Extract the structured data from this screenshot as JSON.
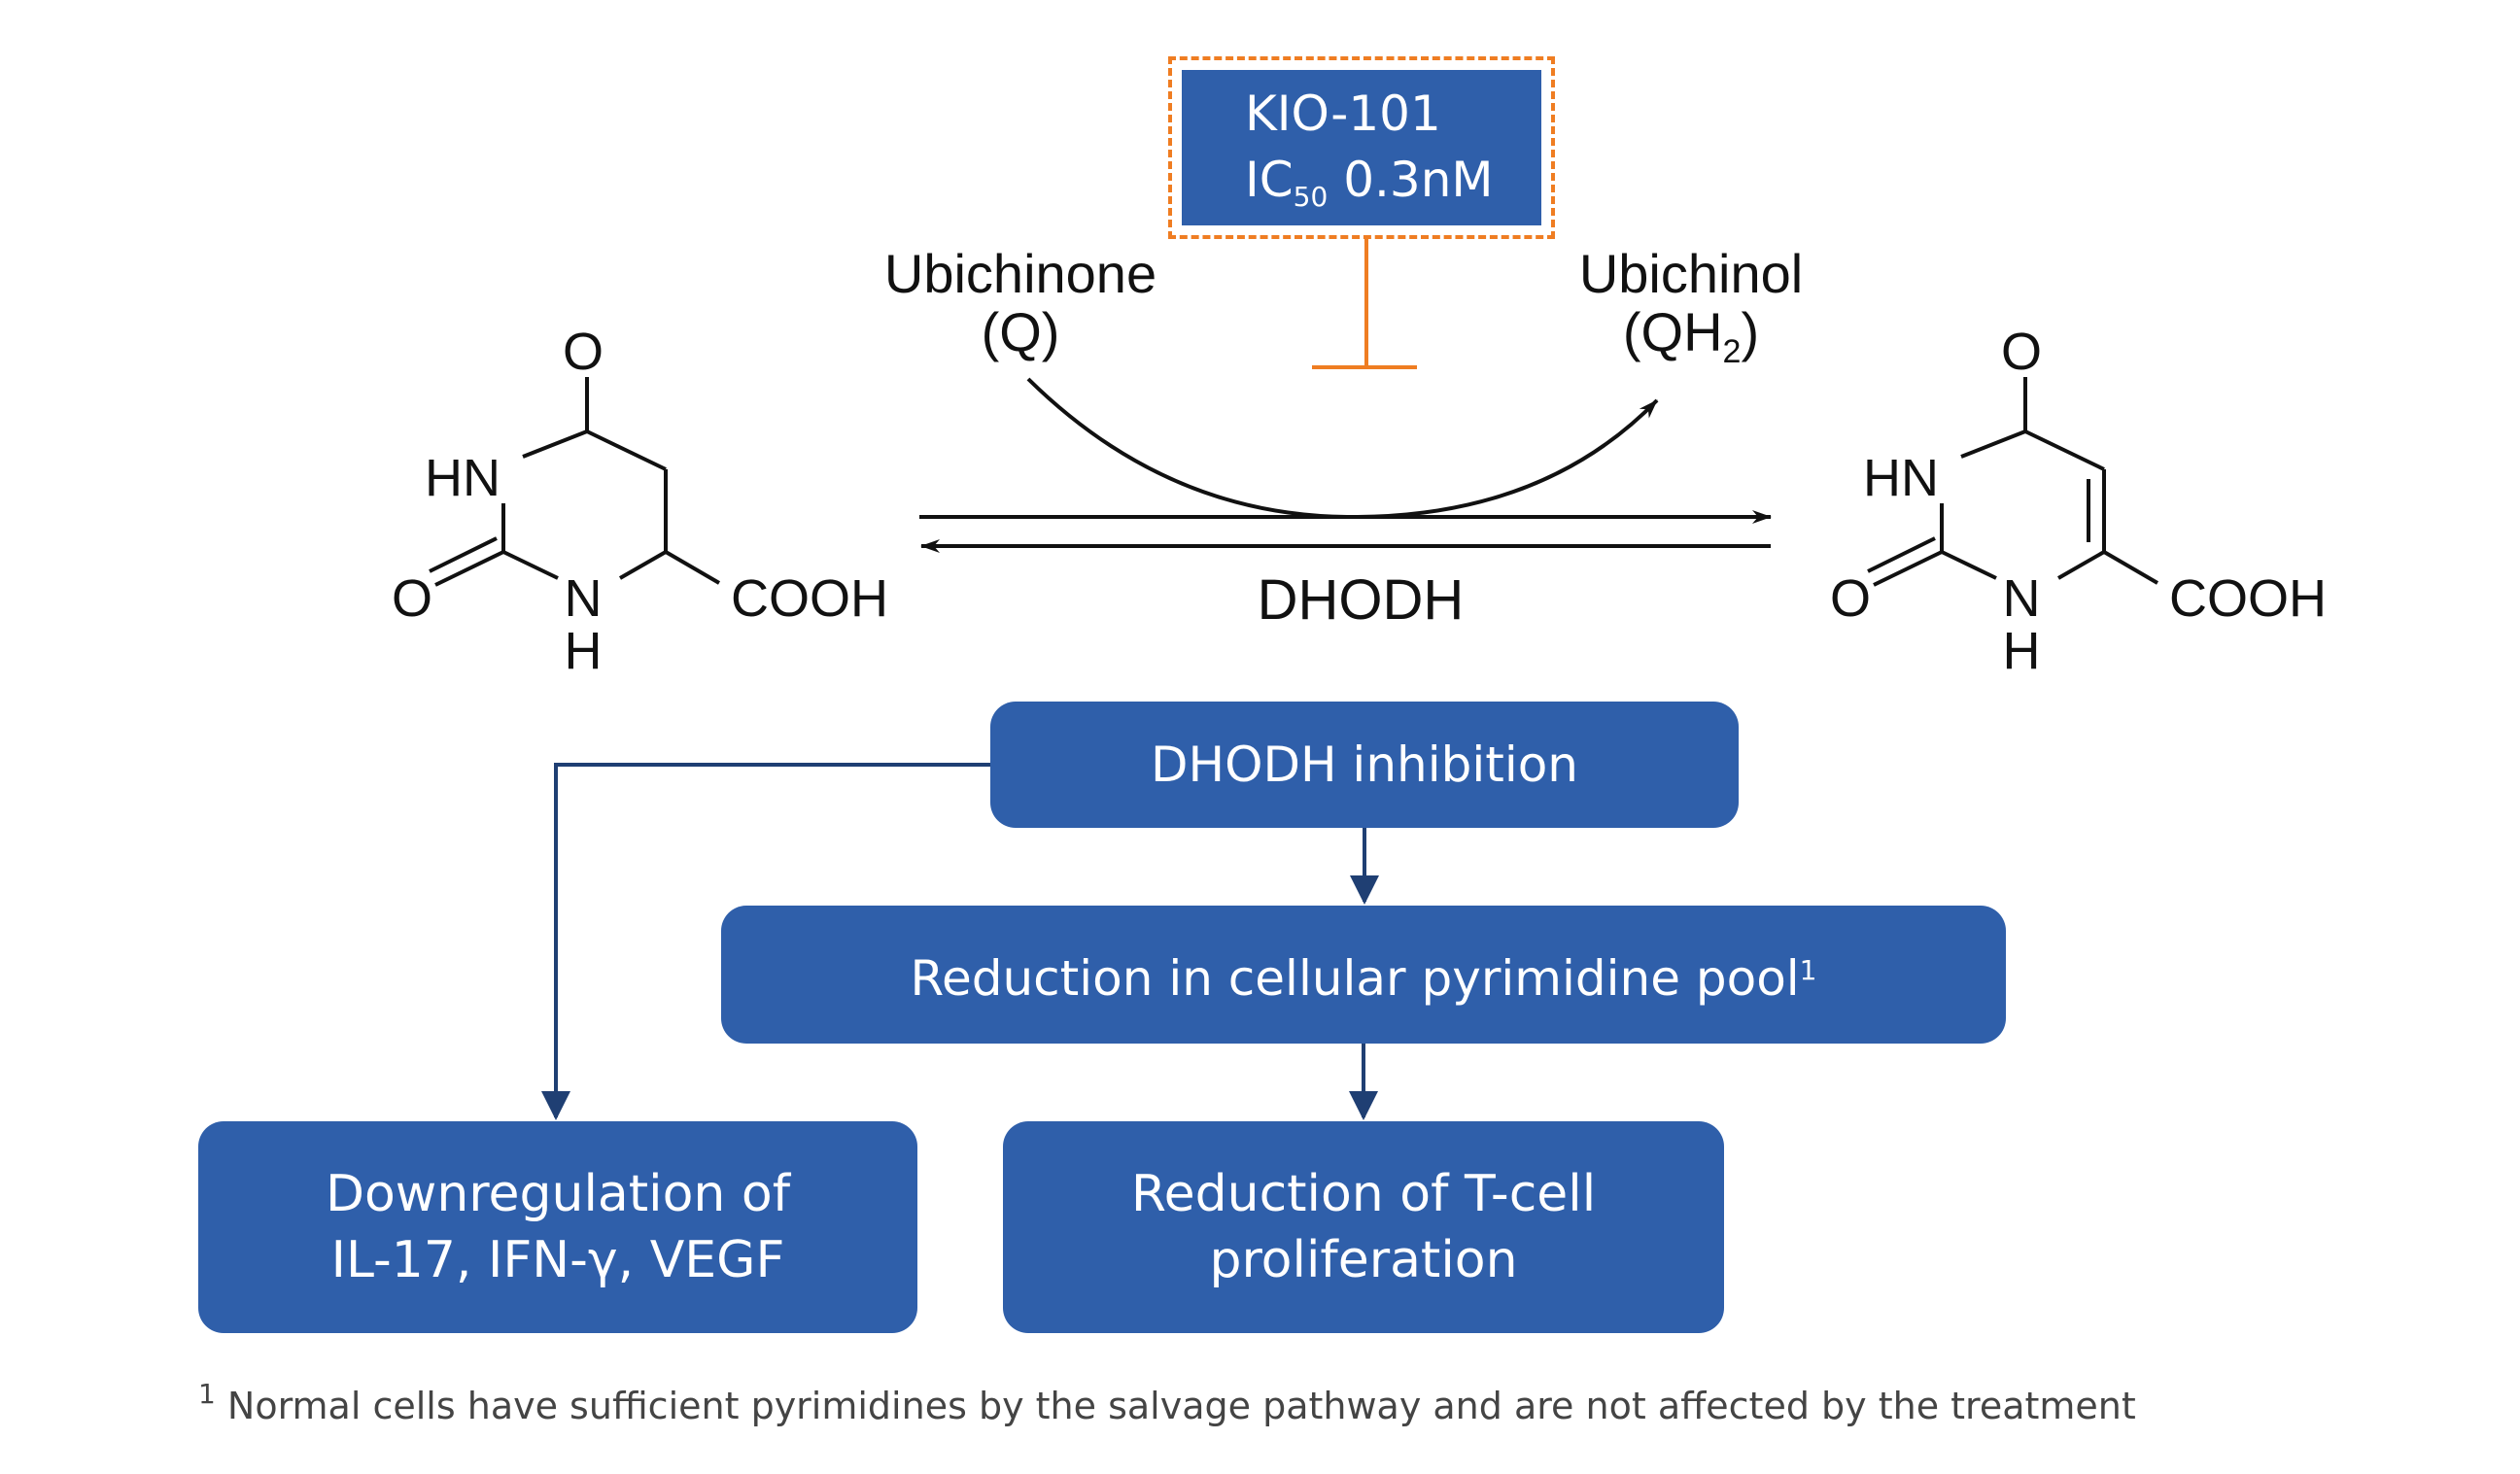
{
  "inhibitor": {
    "name": "KIO-101",
    "ic_prefix": "IC",
    "ic_sub": "50",
    "ic_value": " 0.3nM"
  },
  "reaction": {
    "cofactor_left_name": "Ubichinone",
    "cofactor_left_abbr": "(Q)",
    "cofactor_right_name": "Ubichinol",
    "cofactor_right_abbr_pre": "(QH",
    "cofactor_right_abbr_sub": "2",
    "cofactor_right_abbr_post": ")",
    "enzyme": "DHODH"
  },
  "molecule_left": {
    "o_top": "O",
    "hn": "HN",
    "o_left": "O",
    "n": "N",
    "h": "H",
    "cooh": "COOH"
  },
  "molecule_right": {
    "o_top": "O",
    "hn": "HN",
    "o_left": "O",
    "n": "N",
    "h": "H",
    "cooh": "COOH"
  },
  "flow": {
    "inhibition": "DHODH inhibition",
    "pyrimidine": "Reduction in cellular pyrimidine pool",
    "pyrimidine_sup": "1",
    "downreg_line1": "Downregulation of",
    "downreg_line2": "IL-17, IFN-γ, VEGF",
    "tcell_line1": "Reduction of T-cell",
    "tcell_line2": "proliferation"
  },
  "footnote": {
    "marker": "1",
    "text": " Normal cells have sufficient pyrimidines by the salvage pathway and are not affected by the treatment"
  },
  "colors": {
    "box_blue": "#2f5faa",
    "arrow_blue": "#1f3f73",
    "inhibit_orange": "#ef7d22"
  }
}
